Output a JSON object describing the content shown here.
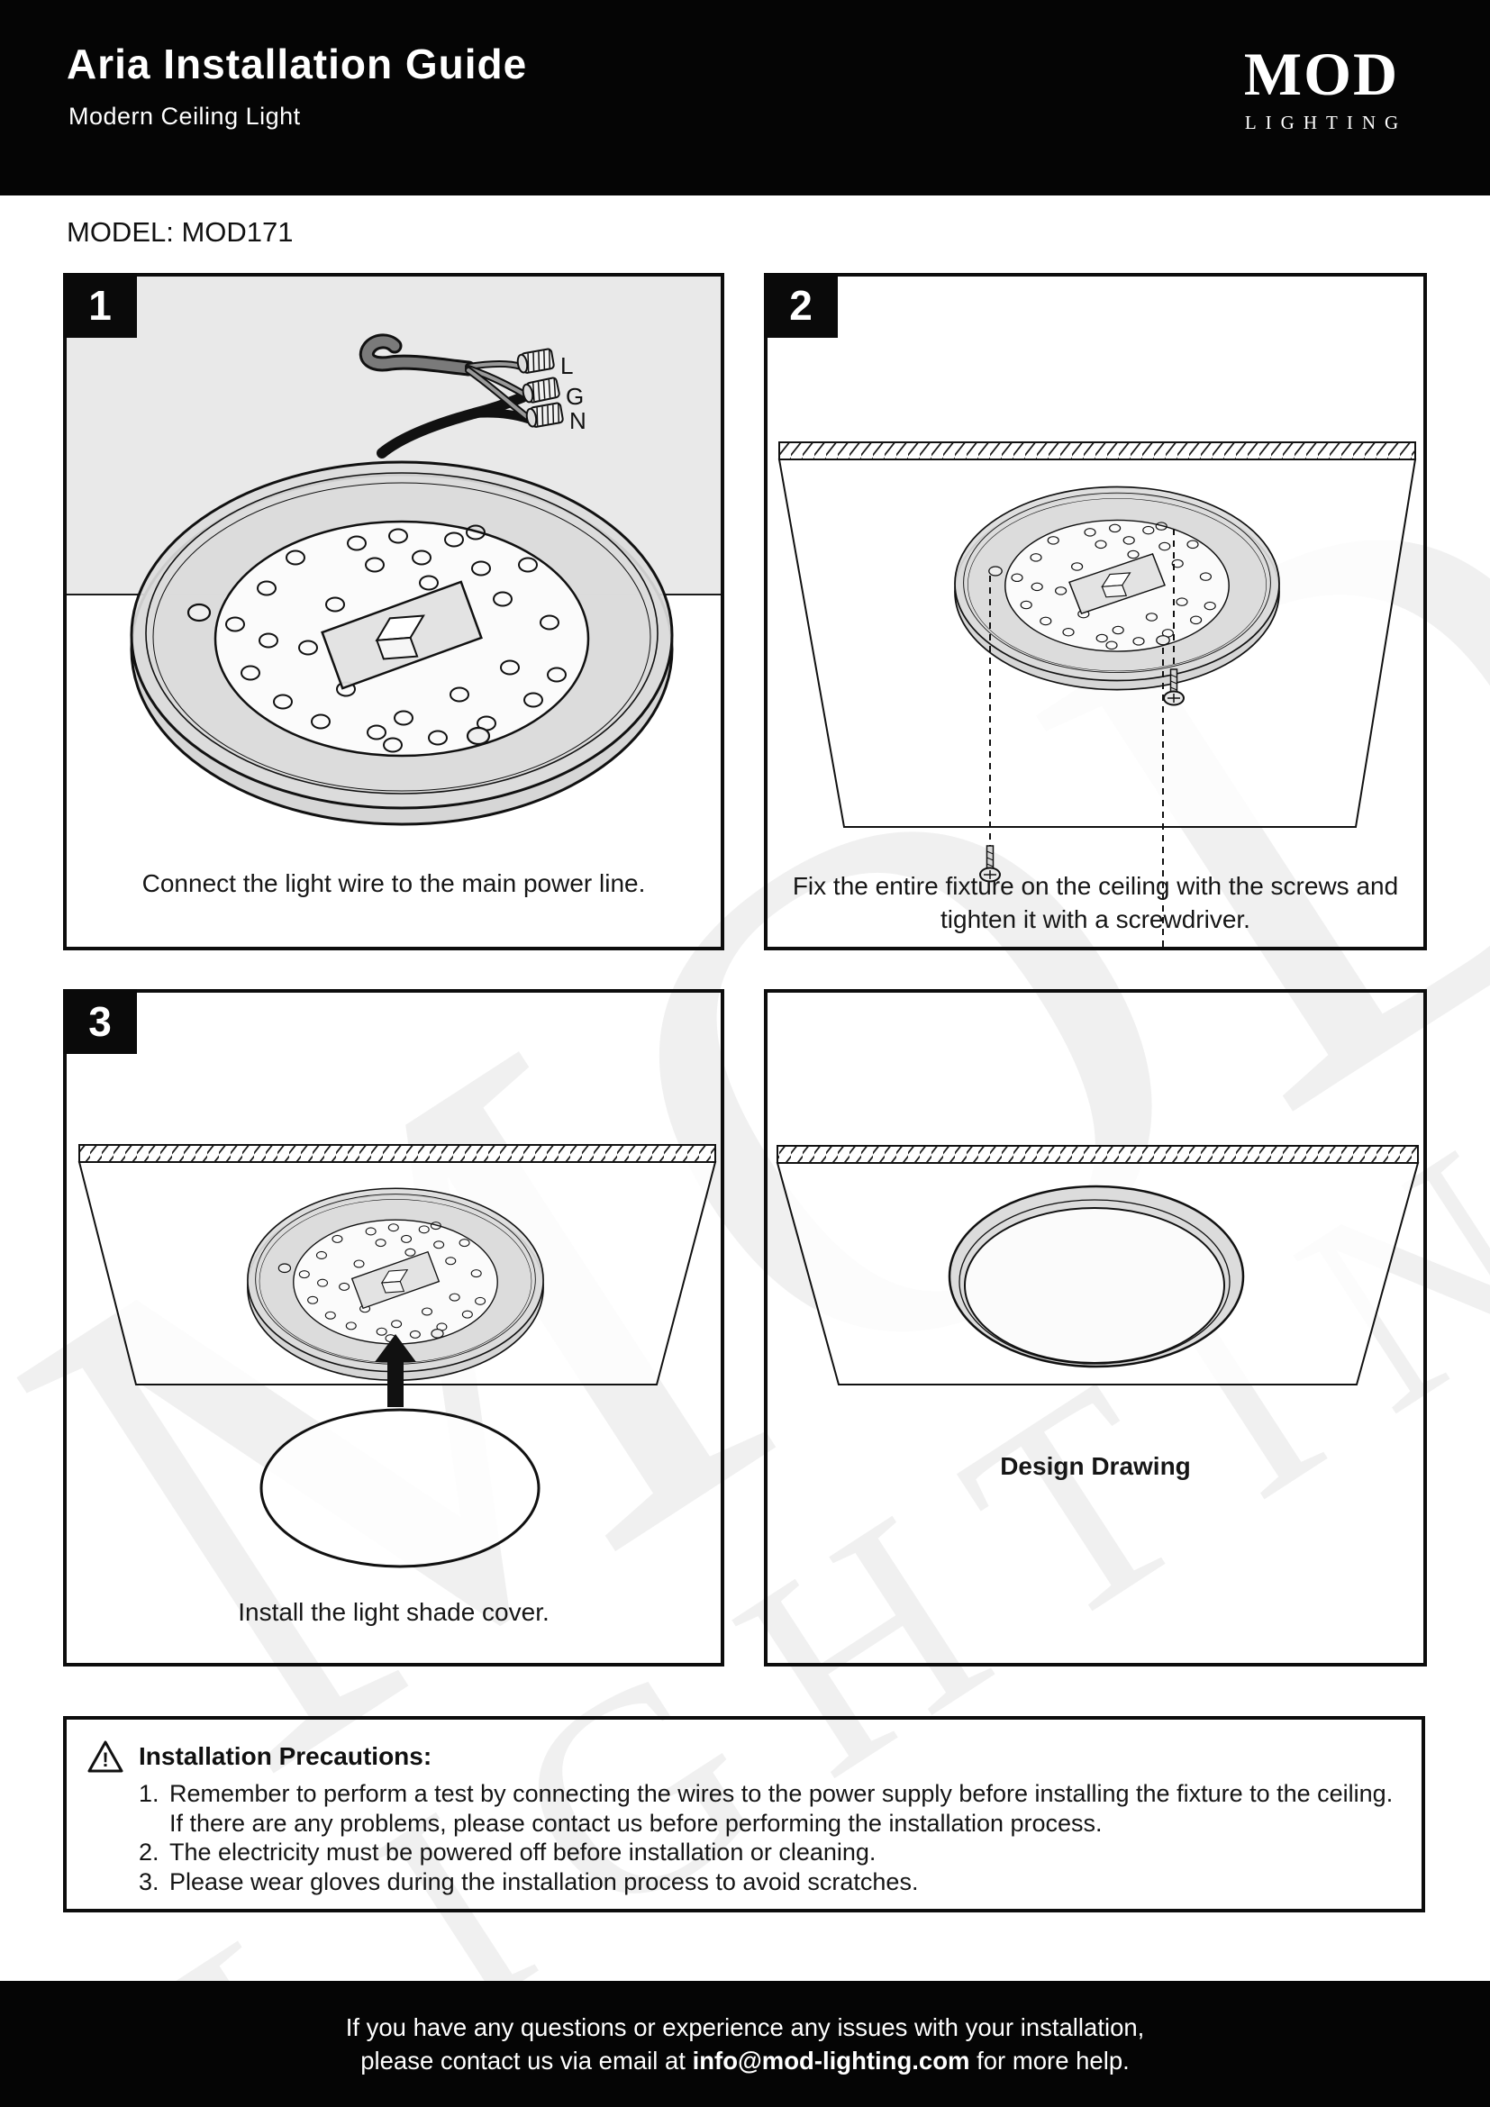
{
  "header": {
    "title": "Aria Installation Guide",
    "subtitle": "Modern Ceiling Light",
    "logo_primary": "MOD",
    "logo_secondary": "LIGHTING"
  },
  "model_line": "MODEL: MOD171",
  "watermark": {
    "primary": "MOD",
    "secondary": "LIGHTING"
  },
  "wire_labels": {
    "live": "L",
    "ground": "G",
    "neutral": "N"
  },
  "steps": [
    {
      "number": "1",
      "caption": "Connect the light wire to the main power line."
    },
    {
      "number": "2",
      "caption_line1": "Fix the entire fixture on the ceiling with the screws and",
      "caption_line2": "tighten it with a screwdriver."
    },
    {
      "number": "3",
      "caption": "Install the light shade cover."
    },
    {
      "caption": "Design Drawing"
    }
  ],
  "precautions": {
    "warning_glyph": "!",
    "title": "Installation Precautions:",
    "items": [
      {
        "num": "1.",
        "lines": [
          "Remember to perform a test by connecting the wires to the power supply before installing the fixture to the ceiling.",
          "If there are any problems, please contact us before performing the installation process."
        ]
      },
      {
        "num": "2.",
        "lines": [
          "The electricity must be powered off before installation or cleaning."
        ]
      },
      {
        "num": "3.",
        "lines": [
          "Please wear gloves during the installation process to avoid scratches."
        ]
      }
    ]
  },
  "footer": {
    "line1": "If you have any questions or experience any issues with your installation,",
    "line2_before_email": "please contact us via email at ",
    "email": "info@mod-lighting.com",
    "line2_after_email": " for more help."
  },
  "colors": {
    "header_bg": "#050505",
    "panel_border": "#0d0d0d",
    "ceiling_gray": "#e9e9e9",
    "fixture_gray": "#d9d9d9",
    "line_ink": "#111111",
    "watermark_gray": "#f0f0f0"
  }
}
